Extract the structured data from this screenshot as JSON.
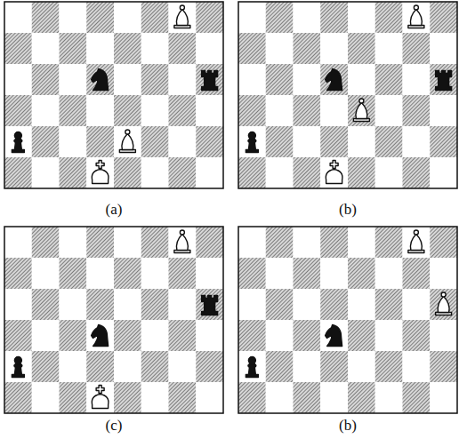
{
  "diagram": {
    "labels": [
      "(a)",
      "(b)",
      "(c)",
      "(b)"
    ]
  }
}
